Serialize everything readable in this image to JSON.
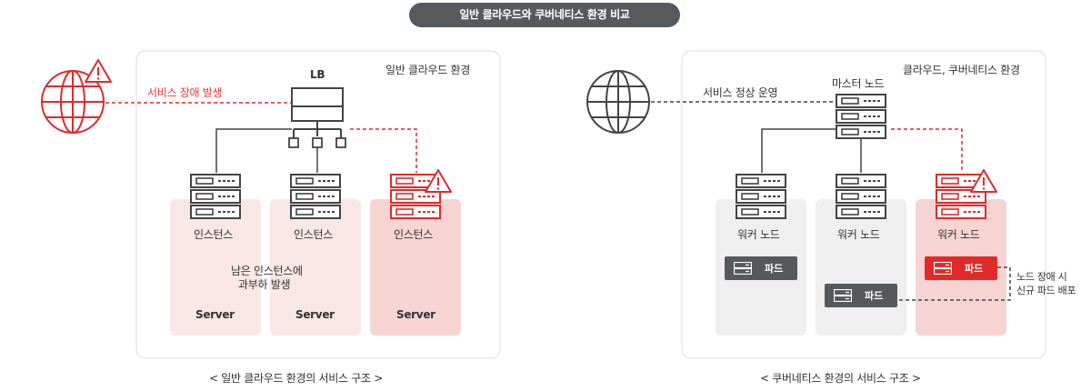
{
  "title": "일반 클라우드와 쿠버네티스 환경 비교",
  "left": {
    "env_label": "일반 클라우드 환경",
    "lb_label": "LB",
    "outage_label": "서비스 장애 발생",
    "overload_note": [
      "남은 인스턴스에",
      "과부하 발생"
    ],
    "instances": [
      {
        "label": "인스턴스",
        "server": "Server",
        "status": "normal"
      },
      {
        "label": "인스턴스",
        "server": "Server",
        "status": "normal"
      },
      {
        "label": "인스턴스",
        "server": "Server",
        "status": "failed"
      }
    ],
    "caption": "< 일반 클라우드 환경의 서비스 구조 >"
  },
  "right": {
    "env_label": "클라우드, 쿠버네티스 환경",
    "master_label": "마스터 노드",
    "normal_label": "서비스 정상 운영",
    "workers": [
      {
        "label": "워커 노드",
        "status": "normal"
      },
      {
        "label": "워커 노드",
        "status": "normal"
      },
      {
        "label": "워커 노드",
        "status": "failed"
      }
    ],
    "pods": [
      {
        "label": "파드",
        "state": "running"
      },
      {
        "label": "파드",
        "state": "rescheduled"
      },
      {
        "label": "파드",
        "state": "failed"
      }
    ],
    "reschedule_note": [
      "노드 장애 시",
      "신규 파드 배포"
    ],
    "caption": "< 쿠버네티스 환경의 서비스 구조 >"
  },
  "colors": {
    "accent_red": "#e02a2a",
    "dark_gray": "#555a5e",
    "line_gray": "#444444",
    "red_tint": "#f6d4d4",
    "gray_tint": "#efefef"
  },
  "icons": [
    "globe-icon",
    "warning-icon",
    "server-rack-icon",
    "network-switch-icon",
    "pod-icon"
  ]
}
